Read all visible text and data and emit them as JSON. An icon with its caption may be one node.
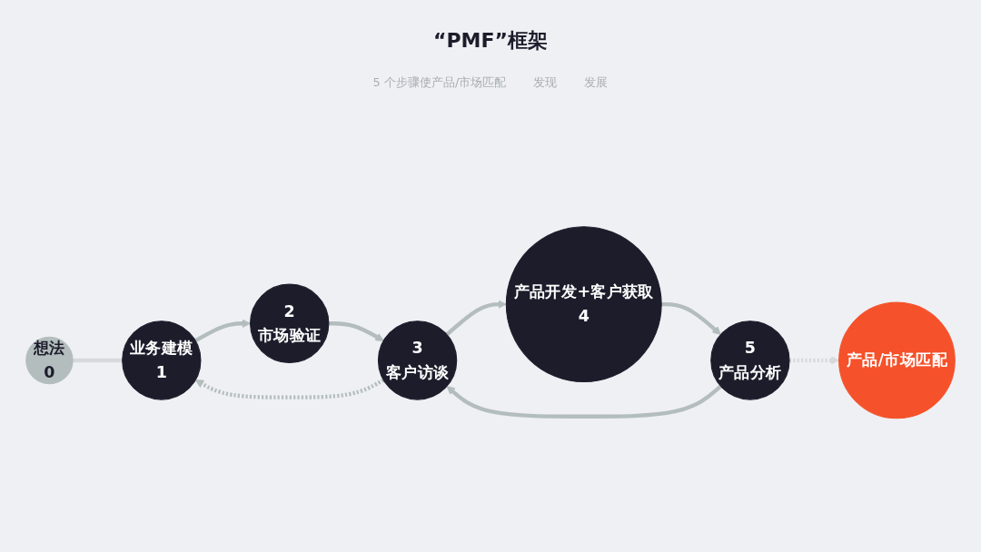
{
  "diagram": {
    "title": "“PMF”框架",
    "nodes": [
      {
        "text": [
          "想法",
          "0"
        ]
      },
      {
        "text": [
          "业务建模",
          "1"
        ]
      },
      {
        "text": [
          "2",
          "市场验证"
        ]
      },
      {
        "text": [
          "3",
          "客户访谈"
        ]
      },
      {
        "text": [
          "产品开发+客户获取",
          "4"
        ]
      },
      {
        "text": [
          "5",
          "产品分析"
        ]
      },
      {
        "text": [
          "产品/市场匹配"
        ]
      }
    ],
    "edges": [
      {
        "from": 0,
        "to": 1,
        "arrow": "none",
        "color": "#d6dadd"
      },
      {
        "from": 1,
        "to": 2,
        "arrow": "to"
      },
      {
        "from": 2,
        "to": 3,
        "arrow": "to"
      },
      {
        "from": 3,
        "to": 1,
        "arrow": "to",
        "style": "dashed"
      },
      {
        "from": 3,
        "to": 4,
        "arrow": "to"
      },
      {
        "from": 4,
        "to": 5,
        "arrow": "to"
      },
      {
        "from": 5,
        "to": 3,
        "arrow": "to"
      },
      {
        "from": 5,
        "to": 6,
        "arrow": "to",
        "style": "dashed",
        "color": "#d6dadd"
      }
    ],
    "labels": [
      "5 个步骤使产品/市场匹配",
      "发现",
      "发展"
    ]
  }
}
